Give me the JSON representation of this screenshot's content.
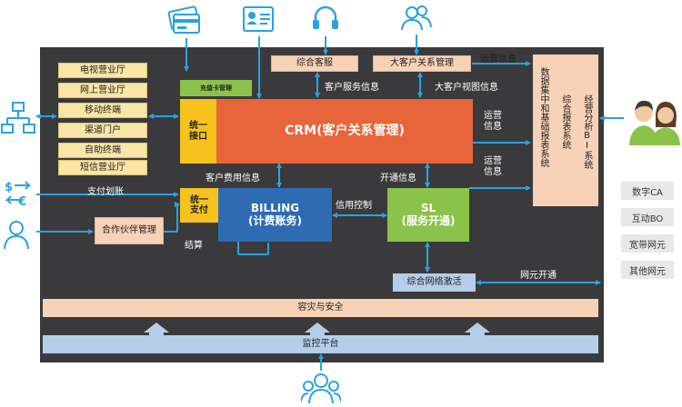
{
  "channels": [
    "电视营业厅",
    "网上营业厅",
    "移动终端",
    "渠道门户",
    "自助终端",
    "短信营业厅"
  ],
  "recharge": "充值卡管理",
  "unified_interface": "统一接口",
  "crm": "CRM(客户关系管理)",
  "customer_service": "综合客服",
  "key_account": "大客户关系管理",
  "billing": {
    "line1": "BILLING",
    "line2": "(计费账务)"
  },
  "unified_pay": "统一支付",
  "partner": "合作伙伴管理",
  "sl": {
    "line1": "SL",
    "line2": "(服务开通)"
  },
  "network_activation": "综合网络激活",
  "disaster": "容灾与安全",
  "monitoring": "监控平台",
  "bi": {
    "col1": "数据集中和基础报表系统",
    "col2": "综合报表系统",
    "col3": "经营分析BI系统"
  },
  "labels": {
    "ops_info_top": "运营信息",
    "cust_service_info": "客户服务信息",
    "key_cust_view": "大客户视图信息",
    "ops_info_mid": "运营信息",
    "ops_info_low": "运营信息",
    "cust_fee_info": "客户费用信息",
    "provision_info": "开通信息",
    "payment_transfer": "支付划账",
    "credit_control": "信用控制",
    "settlement": "结算",
    "ne_provision": "网元开通"
  },
  "network_tags": [
    "数字CA",
    "互动BO",
    "宽带网元",
    "其他网元"
  ],
  "colors": {
    "panel": "#3a3a3c",
    "crm": "#e8643a",
    "billing": "#2e6bb3",
    "sl": "#8bc34a",
    "arrow": "#29a3dd",
    "yellow": "#f7c21e",
    "light_blue": "#b5cee8",
    "peach": "#f8d2b6",
    "channel": "#fae6a6"
  },
  "icons": [
    "credit-card-icon",
    "id-card-icon",
    "headset-icon",
    "users-icon",
    "org-chart-icon",
    "currency-exchange-icon",
    "person-icon",
    "people-group-icon",
    "analysts-icon"
  ]
}
